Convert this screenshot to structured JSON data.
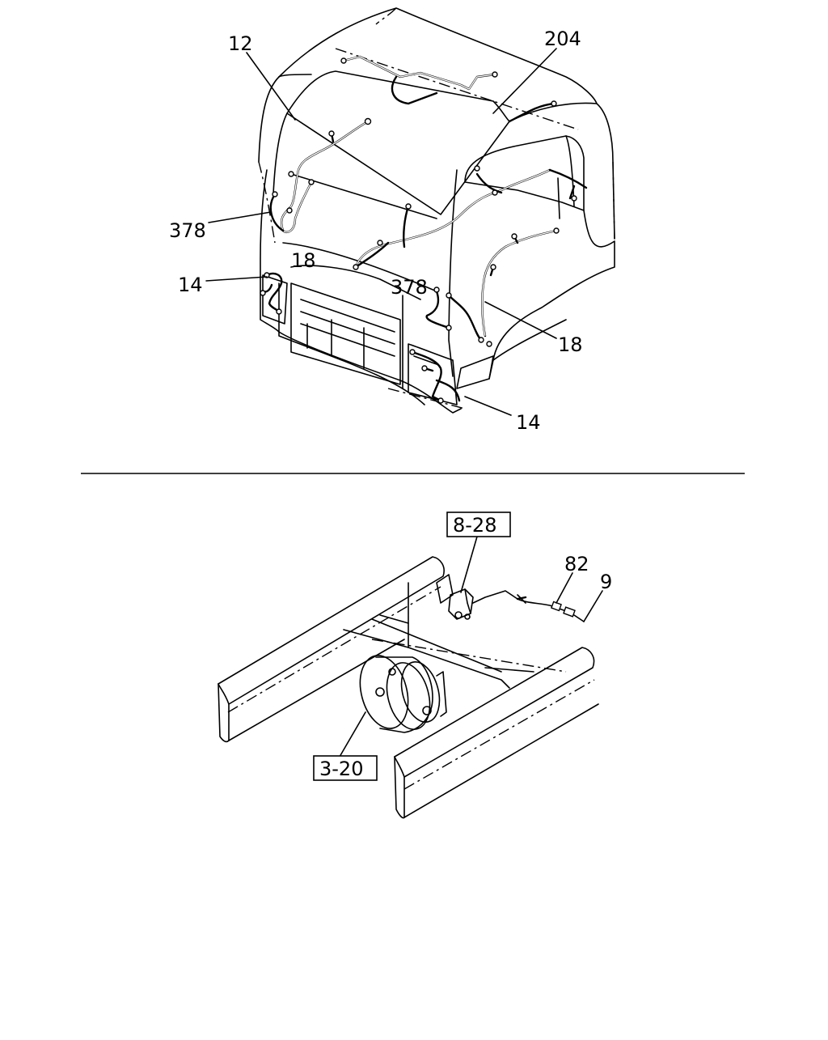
{
  "callouts_top": {
    "c12": "12",
    "c204": "204",
    "c378_left": "378",
    "c18_left": "18",
    "c14_left": "14",
    "c378_center": "378",
    "c18_right": "18",
    "c14_right": "14"
  },
  "callouts_bottom": {
    "ref_8_28": "8-28",
    "c82": "82",
    "c9": "9",
    "ref_3_20": "3-20"
  }
}
